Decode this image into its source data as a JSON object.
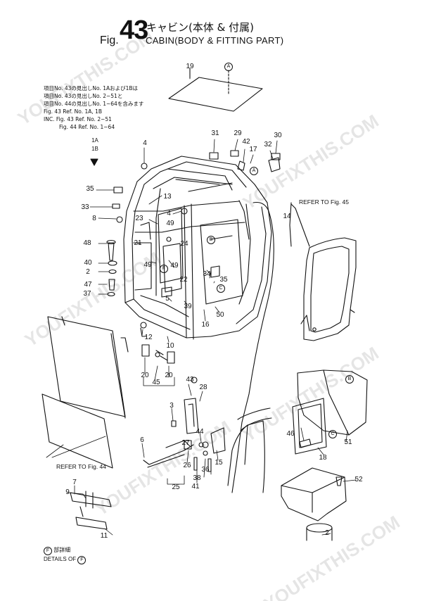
{
  "header": {
    "fig_word": "Fig.",
    "fig_number": "43",
    "title_jp": "キャビン(本体 & 付属)",
    "title_en": "CABIN(BODY & FITTING PART)"
  },
  "notes": [
    "項目No. 43の見出しNo. 1Aおよび1Bは",
    "項目No. 43の見出しNo. 2~51と",
    "項目No. 44の見出しNo. 1~64を含みます",
    "Fig. 43 Ref. No. 1A, 1B",
    "INC. Fig. 43 Ref. No. 2~51",
    "Fig. 44 Ref. No. 1~64"
  ],
  "ref_labels": {
    "fig45": "REFER TO Fig. 45",
    "fig44": "REFER TO Fig. 44"
  },
  "details": {
    "jp": "部詳細",
    "en": "DETAILS OF",
    "marker": "F"
  },
  "arrow_labels": [
    "1A",
    "1B"
  ],
  "callouts": [
    {
      "id": "c19",
      "text": "19"
    },
    {
      "id": "cA1",
      "text": "A"
    },
    {
      "id": "c31",
      "text": "31"
    },
    {
      "id": "c29",
      "text": "29"
    },
    {
      "id": "c30",
      "text": "30"
    },
    {
      "id": "c42",
      "text": "42"
    },
    {
      "id": "c32",
      "text": "32"
    },
    {
      "id": "c17",
      "text": "17"
    },
    {
      "id": "cA2",
      "text": "A"
    },
    {
      "id": "c4a",
      "text": "4"
    },
    {
      "id": "c35a",
      "text": "35"
    },
    {
      "id": "c13",
      "text": "13"
    },
    {
      "id": "c33",
      "text": "33"
    },
    {
      "id": "c4b",
      "text": "4"
    },
    {
      "id": "c8",
      "text": "8"
    },
    {
      "id": "c23",
      "text": "23"
    },
    {
      "id": "c49a",
      "text": "49"
    },
    {
      "id": "c14",
      "text": "14"
    },
    {
      "id": "c48",
      "text": "48"
    },
    {
      "id": "c21",
      "text": "21"
    },
    {
      "id": "cB1",
      "text": "B"
    },
    {
      "id": "c24",
      "text": "24"
    },
    {
      "id": "c40",
      "text": "40"
    },
    {
      "id": "c49b",
      "text": "49"
    },
    {
      "id": "c2",
      "text": "2"
    },
    {
      "id": "c49c",
      "text": "49"
    },
    {
      "id": "cF1",
      "text": "F"
    },
    {
      "id": "c34",
      "text": "34"
    },
    {
      "id": "c47",
      "text": "47"
    },
    {
      "id": "c22",
      "text": "22"
    },
    {
      "id": "c35b",
      "text": "35"
    },
    {
      "id": "c37",
      "text": "37"
    },
    {
      "id": "cC1",
      "text": "C"
    },
    {
      "id": "c5",
      "text": "5"
    },
    {
      "id": "c39",
      "text": "39"
    },
    {
      "id": "c16",
      "text": "16"
    },
    {
      "id": "c50",
      "text": "50"
    },
    {
      "id": "c12",
      "text": "12"
    },
    {
      "id": "c10",
      "text": "10"
    },
    {
      "id": "c20a",
      "text": "20"
    },
    {
      "id": "c20b",
      "text": "20"
    },
    {
      "id": "c45",
      "text": "45"
    },
    {
      "id": "cB2",
      "text": "B"
    },
    {
      "id": "c43",
      "text": "43"
    },
    {
      "id": "c28",
      "text": "28"
    },
    {
      "id": "c3",
      "text": "3"
    },
    {
      "id": "c51",
      "text": "51"
    },
    {
      "id": "c46",
      "text": "46"
    },
    {
      "id": "cC2",
      "text": "C"
    },
    {
      "id": "c6",
      "text": "6"
    },
    {
      "id": "c44",
      "text": "44"
    },
    {
      "id": "c27",
      "text": "27"
    },
    {
      "id": "c18",
      "text": "18"
    },
    {
      "id": "c26",
      "text": "26"
    },
    {
      "id": "c36",
      "text": "36"
    },
    {
      "id": "c15",
      "text": "15"
    },
    {
      "id": "c38",
      "text": "38"
    },
    {
      "id": "c41",
      "text": "41"
    },
    {
      "id": "c52",
      "text": "52"
    },
    {
      "id": "c25",
      "text": "25"
    },
    {
      "id": "c9",
      "text": "9"
    },
    {
      "id": "c7",
      "text": "7"
    },
    {
      "id": "c11",
      "text": "11"
    },
    {
      "id": "c2b",
      "text": "2"
    }
  ],
  "watermark": "YOUFIXTHIS.COM",
  "colors": {
    "ink": "#111111",
    "paper": "#ffffff",
    "watermark": "#e6e6e6"
  }
}
